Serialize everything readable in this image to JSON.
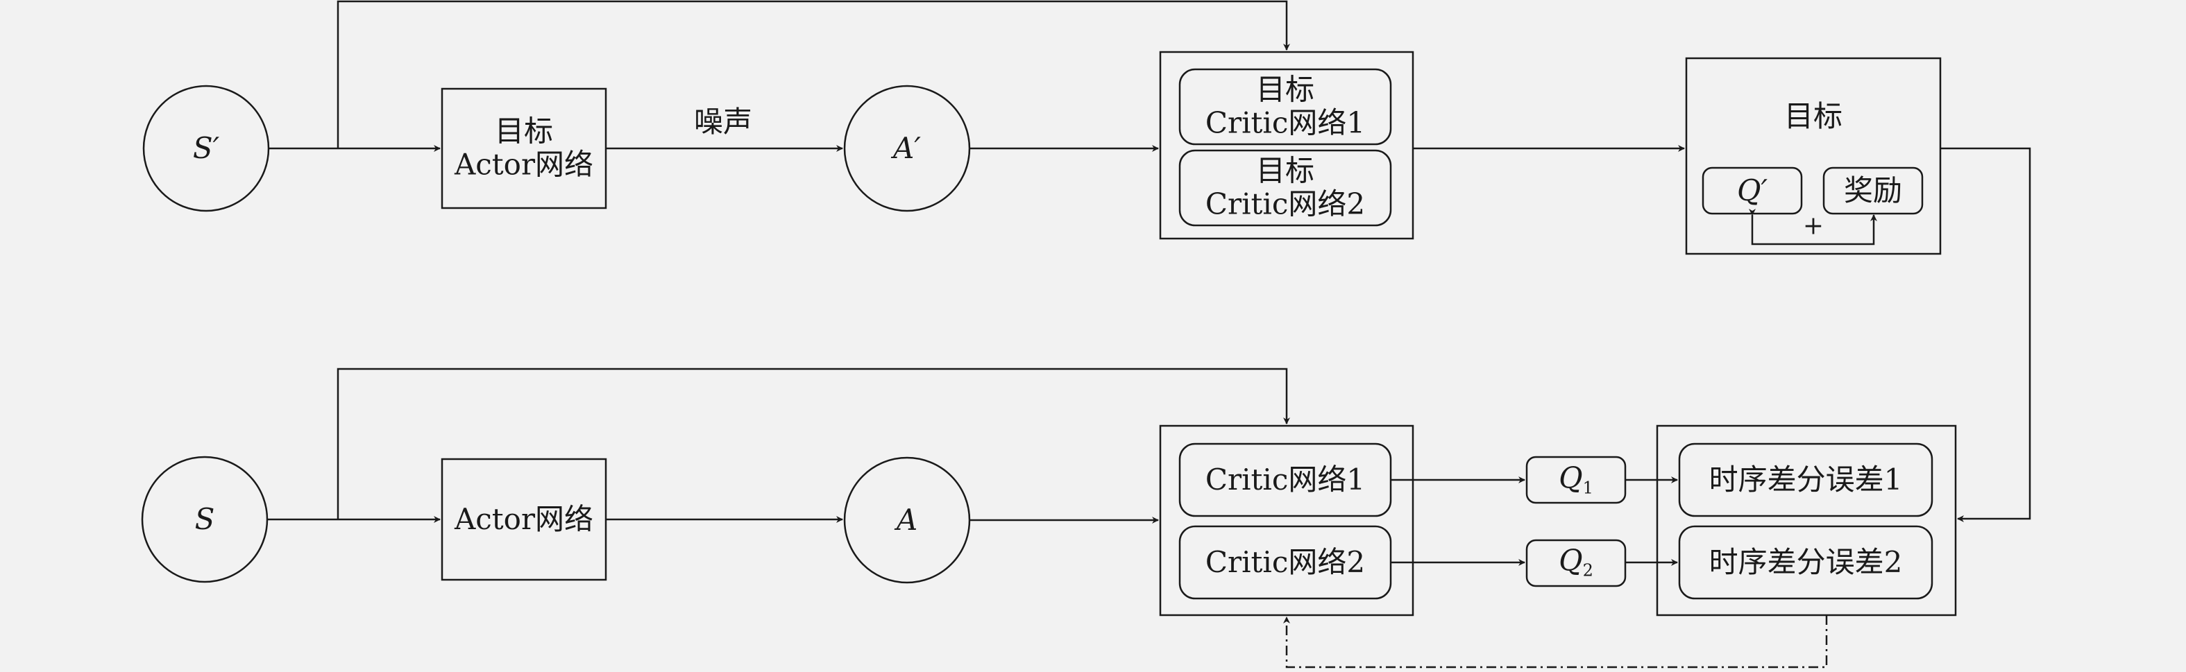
{
  "target_path": {
    "next_state": {
      "symbol": "S",
      "prime": "′"
    },
    "target_actor": {
      "line1": "目标",
      "line2": "Actor网络"
    },
    "noise_label": "噪声",
    "next_action": {
      "symbol": "A",
      "prime": "′"
    },
    "target_critic_1": {
      "line1": "目标",
      "line2": "Critic网络1"
    },
    "target_critic_2": {
      "line1": "目标",
      "line2": "Critic网络2"
    },
    "target_box": {
      "title": "目标",
      "q_prime": {
        "symbol": "Q",
        "prime": "′"
      },
      "reward": "奖励",
      "plus": "+"
    }
  },
  "main_path": {
    "state": {
      "symbol": "S"
    },
    "actor": "Actor网络",
    "action": {
      "symbol": "A"
    },
    "critic_1": "Critic网络1",
    "critic_2": "Critic网络2",
    "q1": {
      "symbol": "Q",
      "sub": "1"
    },
    "q2": {
      "symbol": "Q",
      "sub": "2"
    },
    "td_error_1": "时序差分误差1",
    "td_error_2": "时序差分误差2"
  },
  "colors": {
    "background": "#f2f2f2",
    "stroke": "#1a1a1a"
  }
}
